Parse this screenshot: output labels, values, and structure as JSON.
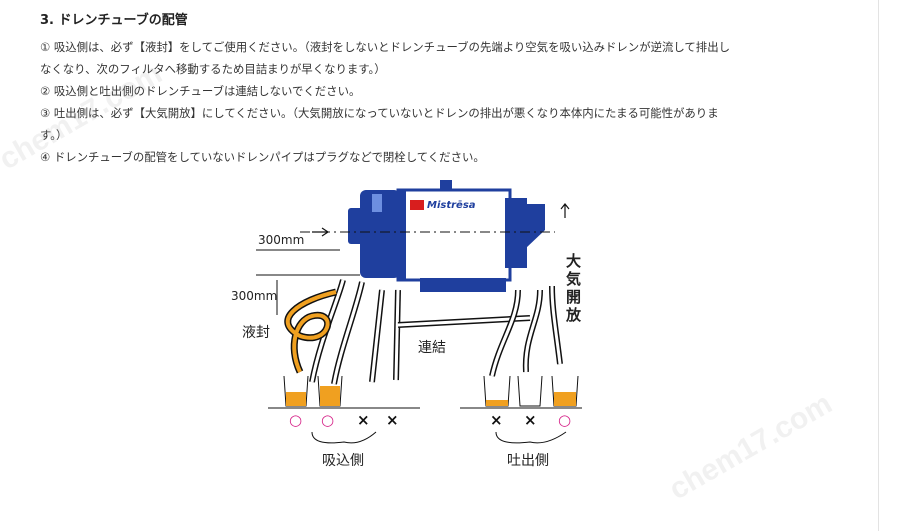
{
  "section": {
    "title": "3. ドレンチューブの配管",
    "lines": [
      "① 吸込側は、必ず【液封】をしてご使用ください。（液封をしないとドレンチューブの先端より空気を吸い込みドレンが逆流して排出し",
      "なくなり、次のフィルタへ移動するため目詰まりが早くなります。）",
      "② 吸込側と吐出側のドレンチューブは連結しないでください。",
      "③ 吐出側は、必ず【大気開放】にしてください。（大気開放になっていないとドレンの排出が悪くなり本体内にたまる可能性がありま",
      "す。）",
      "④ ドレンチューブの配管をしていないドレンパイプはプラグなどで閉栓してください。"
    ]
  },
  "diagram": {
    "label_300mm_top": "300mm",
    "label_300mm_side": "300mm",
    "label_liquid_seal": "液封",
    "label_connection": "連結",
    "label_atmosphere_1": "大",
    "label_atmosphere_2": "気",
    "label_atmosphere_3": "開",
    "label_atmosphere_4": "放",
    "label_suction_side": "吸込側",
    "label_discharge_side": "吐出側",
    "brand_text": "Mistrēsa",
    "mark_ok": "○",
    "mark_ng": "×",
    "colors": {
      "machine_blue": "#1f3f9e",
      "drain_orange": "#f0a020",
      "ok_magenta": "#d6258a",
      "brand_red": "#d81e1e"
    }
  },
  "watermark": {
    "left": "chem17.com",
    "right": "chem17.com"
  }
}
